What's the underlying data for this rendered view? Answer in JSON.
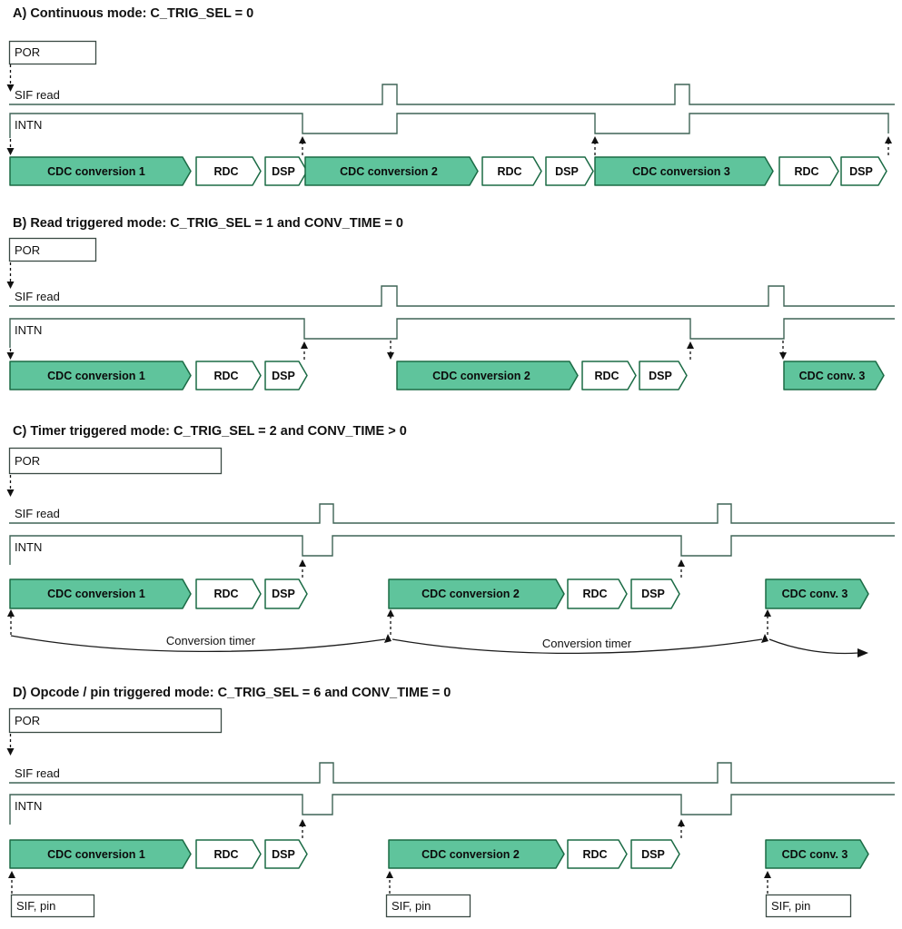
{
  "sections": [
    {
      "id": "A",
      "title": "A) Continuous mode: C_TRIG_SEL = 0",
      "por": "POR",
      "sif": "SIF read",
      "intn": "INTN",
      "blocks": [
        "CDC conversion 1",
        "RDC",
        "DSP",
        "CDC conversion 2",
        "RDC",
        "DSP",
        "CDC conversion 3",
        "RDC",
        "DSP"
      ]
    },
    {
      "id": "B",
      "title": "B) Read triggered mode: C_TRIG_SEL = 1 and CONV_TIME = 0",
      "por": "POR",
      "sif": "SIF read",
      "intn": "INTN",
      "blocks": [
        "CDC conversion 1",
        "RDC",
        "DSP",
        "CDC conversion 2",
        "RDC",
        "DSP",
        "CDC conv. 3"
      ]
    },
    {
      "id": "C",
      "title": "C) Timer triggered mode: C_TRIG_SEL = 2 and CONV_TIME > 0",
      "por": "POR",
      "sif": "SIF read",
      "intn": "INTN",
      "blocks": [
        "CDC conversion 1",
        "RDC",
        "DSP",
        "CDC conversion 2",
        "RDC",
        "DSP",
        "CDC conv. 3"
      ],
      "timer_labels": [
        "Conversion timer",
        "Conversion timer"
      ]
    },
    {
      "id": "D",
      "title": "D) Opcode / pin triggered mode: C_TRIG_SEL = 6 and CONV_TIME = 0",
      "por": "POR",
      "sif": "SIF read",
      "intn": "INTN",
      "blocks": [
        "CDC conversion 1",
        "RDC",
        "DSP",
        "CDC conversion 2",
        "RDC",
        "DSP",
        "CDC conv. 3"
      ],
      "trigger_boxes": [
        "SIF, pin",
        "SIF, pin",
        "SIF, pin"
      ]
    }
  ],
  "colors": {
    "block_fill": "#5fc49c",
    "block_border": "#1b6b45",
    "signal_line": "#3f6456",
    "text": "#111111"
  }
}
